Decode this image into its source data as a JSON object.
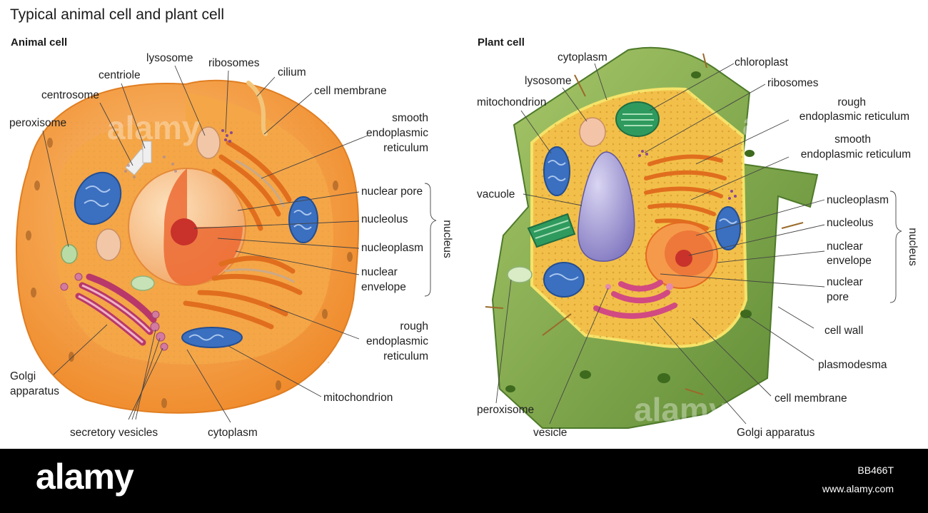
{
  "title": "Typical animal cell and plant cell",
  "animal": {
    "heading": "Animal cell",
    "labels": {
      "lysosome": "lysosome",
      "ribosomes": "ribosomes",
      "centriole": "centriole",
      "cilium": "cilium",
      "centrosome": "centrosome",
      "cell_membrane": "cell membrane",
      "peroxisome": "peroxisome",
      "smooth_er": [
        "smooth",
        "endoplasmic",
        "reticulum"
      ],
      "nuclear_pore": "nuclear pore",
      "nucleolus": "nucleolus",
      "nucleoplasm": "nucleoplasm",
      "nuclear_envelope": [
        "nuclear",
        "envelope"
      ],
      "nucleus": "nucleus",
      "rough_er": [
        "rough",
        "endoplasmic",
        "reticulum"
      ],
      "golgi": [
        "Golgi",
        "apparatus"
      ],
      "mitochondrion": "mitochondrion",
      "secretory_vesicles": "secretory vesicles",
      "cytoplasm": "cytoplasm"
    }
  },
  "plant": {
    "heading": "Plant cell",
    "labels": {
      "cytoplasm": "cytoplasm",
      "chloroplast": "chloroplast",
      "lysosome": "lysosome",
      "ribosomes": "ribosomes",
      "mitochondrion": "mitochondrion",
      "rough_er": [
        "rough",
        "endoplasmic reticulum"
      ],
      "smooth_er": [
        "smooth",
        "endoplasmic reticulum"
      ],
      "vacuole": "vacuole",
      "nucleoplasm": "nucleoplasm",
      "nucleolus": "nucleolus",
      "nuclear_envelope": [
        "nuclear",
        "envelope"
      ],
      "nuclear_pore": [
        "nuclear",
        "pore"
      ],
      "nucleus": "nucleus",
      "cell_wall": "cell wall",
      "plasmodesma": "plasmodesma",
      "cell_membrane": "cell membrane",
      "peroxisome": "peroxisome",
      "vesicle": "vesicle",
      "golgi": "Golgi apparatus"
    }
  },
  "watermark": "alamy",
  "footer": {
    "logo": "alamy",
    "image_id": "BB466T",
    "url": "www.alamy.com"
  },
  "colors": {
    "animal_outer": "#f39a3c",
    "animal_cytoplasm": "#f6a84a",
    "nucleus": "#f8c28a",
    "nucleus_inner": "#e9562a",
    "er": "#e37a2c",
    "mitochondrion": "#4a7fc8",
    "golgi": "#c94a7a",
    "plant_wall": "#7fa84a",
    "plant_cytoplasm": "#e9b43a",
    "chloroplast": "#3ea46a",
    "vacuole": "#9a92d2"
  }
}
